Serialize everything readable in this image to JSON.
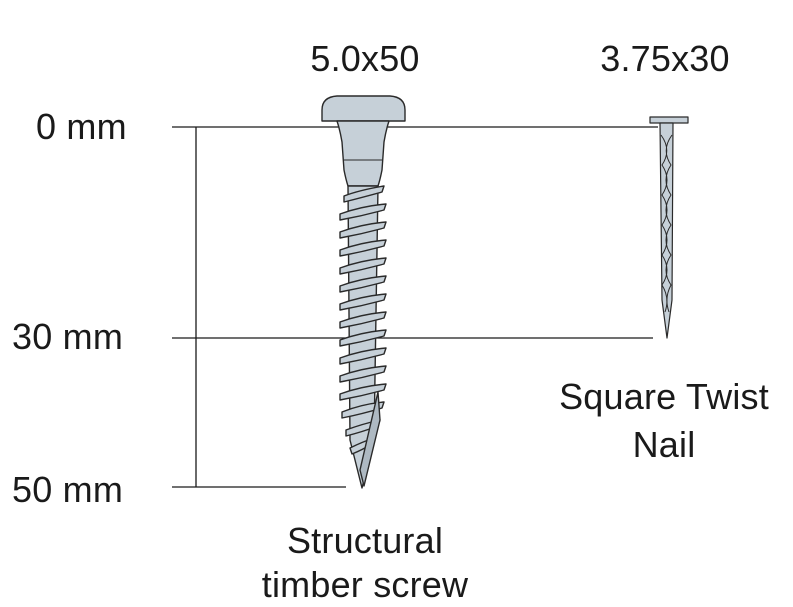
{
  "scale": {
    "labels": [
      "0 mm",
      "30 mm",
      "50 mm"
    ],
    "values_mm": [
      0,
      30,
      50
    ]
  },
  "screw": {
    "size": "5.0x50",
    "caption_line1": "Structural",
    "caption_line2": "timber screw",
    "length_mm": 50
  },
  "nail": {
    "size": "3.75x30",
    "caption_line1": "Square Twist",
    "caption_line2": "Nail",
    "length_mm": 30
  },
  "colors": {
    "line": "#1a1a1a",
    "metal_fill": "#c6d0d8",
    "metal_stroke": "#2a2a2a"
  }
}
